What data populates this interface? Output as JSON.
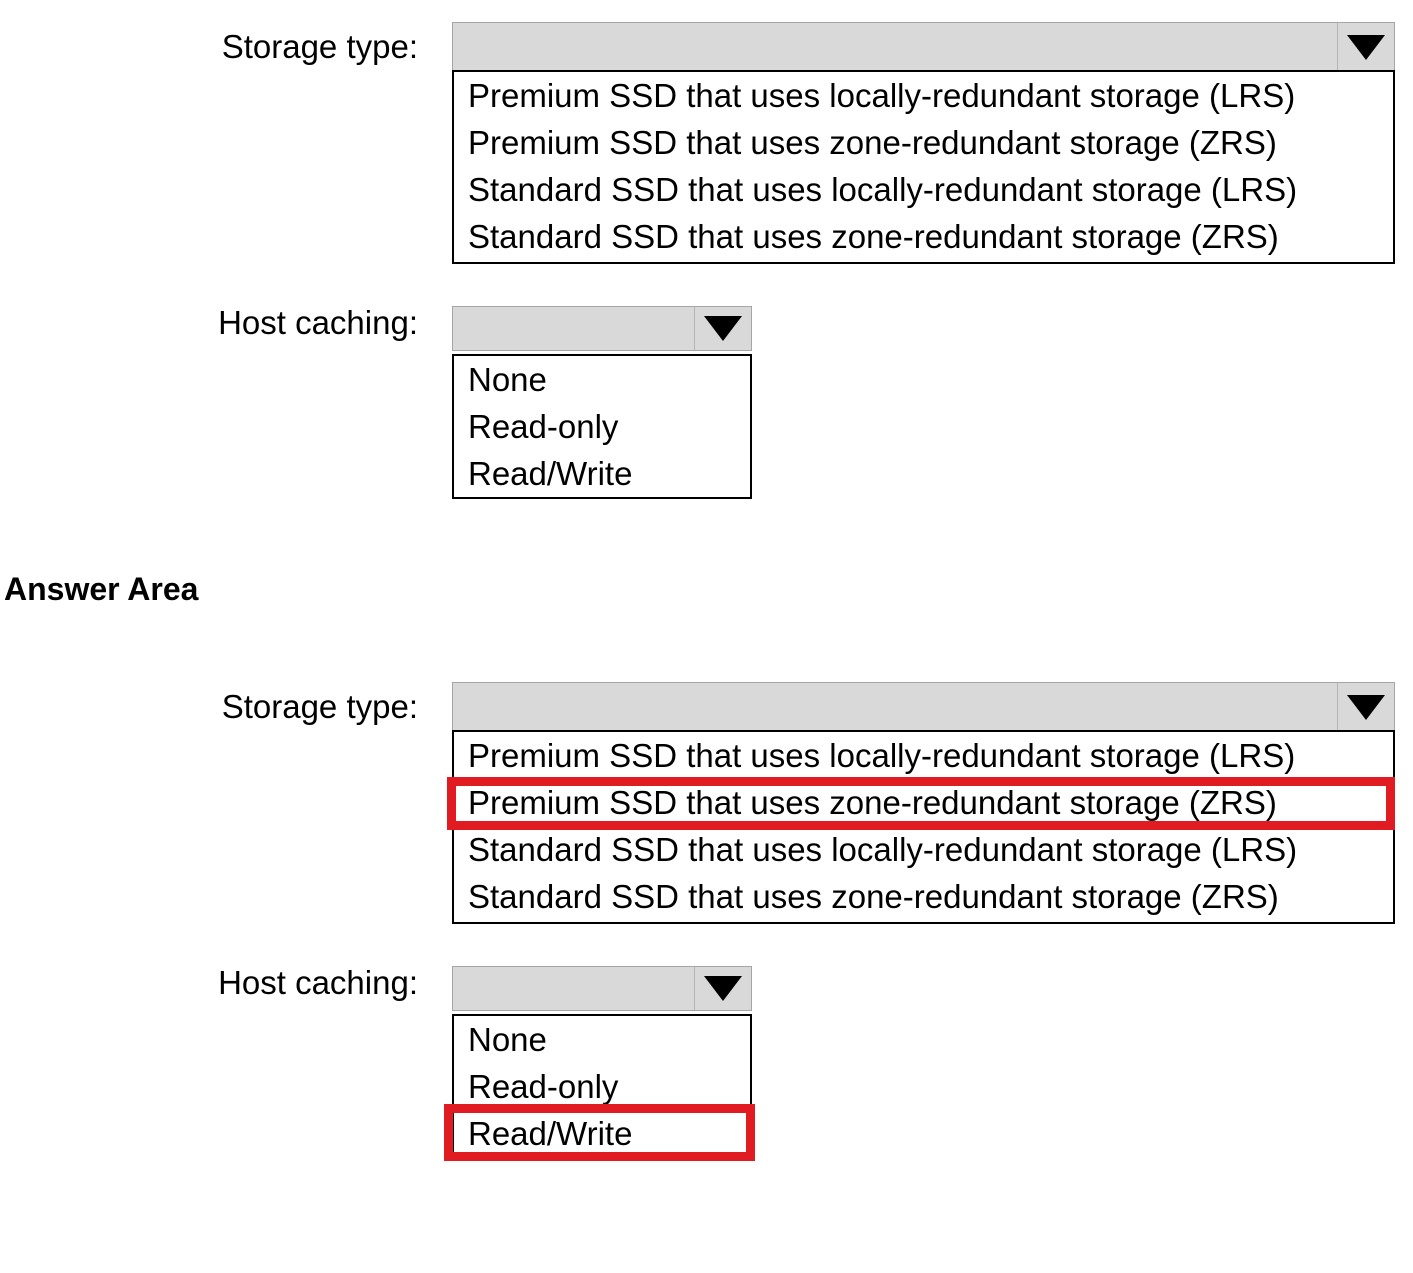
{
  "question": {
    "storage_type_label": "Storage type:",
    "host_caching_label": "Host caching:",
    "storage_type_options": [
      "Premium SSD that uses locally-redundant storage (LRS)",
      "Premium SSD that uses zone-redundant storage (ZRS)",
      "Standard SSD that uses locally-redundant storage (LRS)",
      "Standard SSD that uses zone-redundant storage (ZRS)"
    ],
    "storage_type_selected": "",
    "host_caching_options": [
      "None",
      "Read-only",
      "Read/Write"
    ],
    "host_caching_selected": "",
    "dropdown_icon": "chevron-down-icon"
  },
  "answer_area": {
    "heading": "Answer Area",
    "storage_type_label": "Storage type:",
    "host_caching_label": "Host caching:",
    "storage_type_options": [
      "Premium SSD that uses locally-redundant storage (LRS)",
      "Premium SSD that uses zone-redundant storage (ZRS)",
      "Standard SSD that uses locally-redundant storage (LRS)",
      "Standard SSD that uses zone-redundant storage (ZRS)"
    ],
    "storage_type_selected": "",
    "storage_type_highlighted_index": 1,
    "storage_type_highlighted_value": "Premium SSD that uses zone-redundant storage (ZRS)",
    "host_caching_options": [
      "None",
      "Read-only",
      "Read/Write"
    ],
    "host_caching_selected": "",
    "host_caching_highlighted_index": 2,
    "host_caching_highlighted_value": "Read/Write",
    "dropdown_icon": "chevron-down-icon"
  },
  "colors": {
    "highlight_red": "#e01b22",
    "combo_header_gray": "#d9d9d9",
    "list_border_black": "#000000",
    "page_background": "#ffffff",
    "text_black": "#000000"
  }
}
